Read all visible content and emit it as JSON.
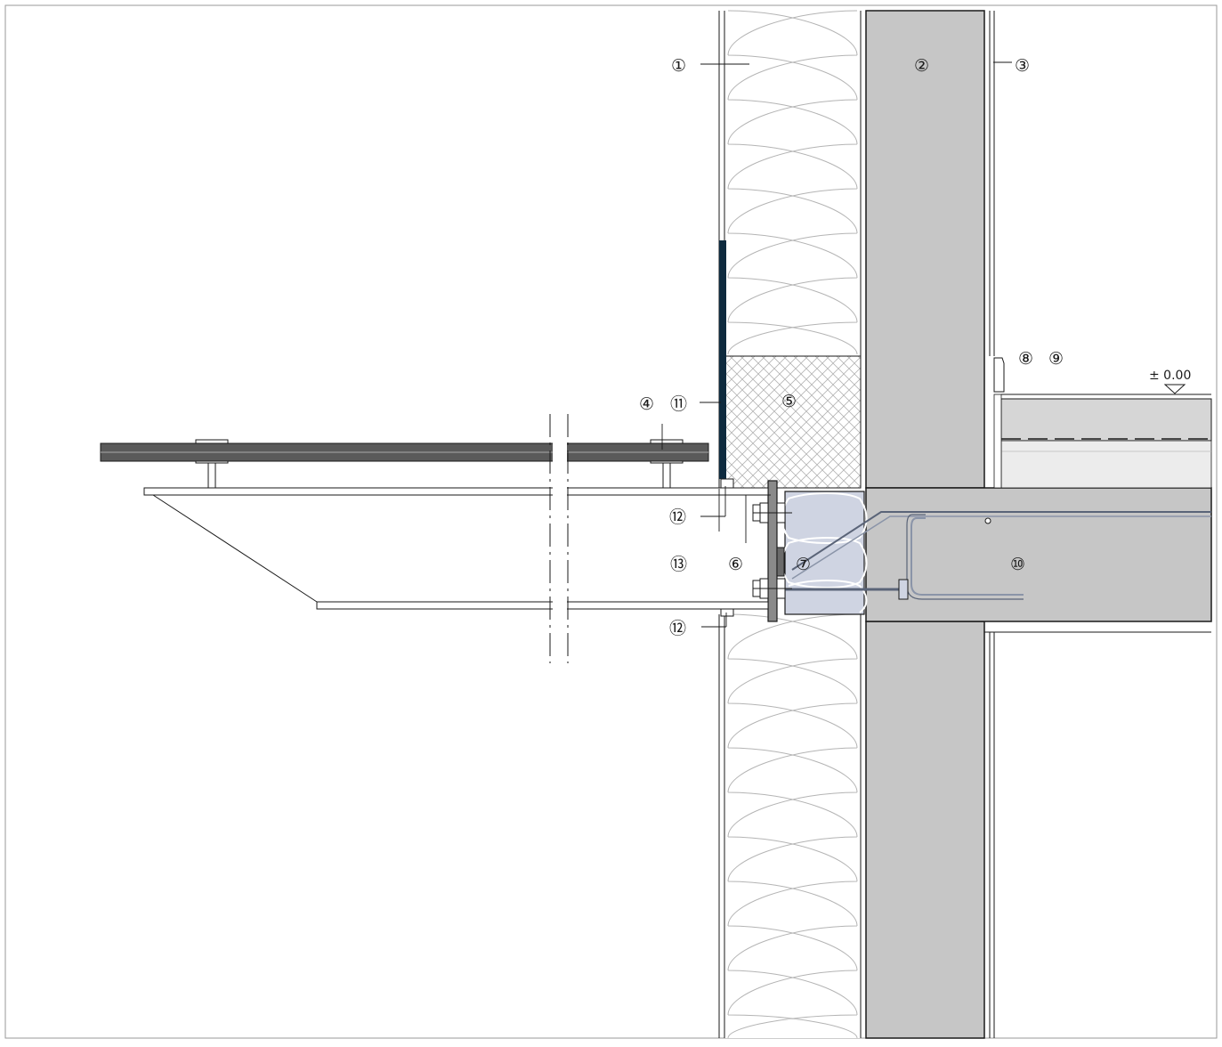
{
  "drawing": {
    "callouts": [
      {
        "id": "1",
        "label": "①"
      },
      {
        "id": "2",
        "label": "②"
      },
      {
        "id": "3",
        "label": "③"
      },
      {
        "id": "4",
        "label": "④"
      },
      {
        "id": "5",
        "label": "⑤"
      },
      {
        "id": "6",
        "label": "⑥"
      },
      {
        "id": "7",
        "label": "⑦"
      },
      {
        "id": "8",
        "label": "⑧"
      },
      {
        "id": "9",
        "label": "⑨"
      },
      {
        "id": "10",
        "label": "⑩"
      },
      {
        "id": "11",
        "label": "⑪"
      },
      {
        "id": "12a",
        "label": "⑫"
      },
      {
        "id": "12b",
        "label": "⑫"
      },
      {
        "id": "13",
        "label": "⑬"
      }
    ],
    "level_marker": "± 0.00",
    "colors": {
      "concrete": "#c6c6c6",
      "insulation_block": "#cfd4e2",
      "glazing": "#5a5a5a",
      "facade_panel": "#0e2a3e",
      "line": "#1a1a1a",
      "hatch": "#b4b4b4"
    }
  }
}
